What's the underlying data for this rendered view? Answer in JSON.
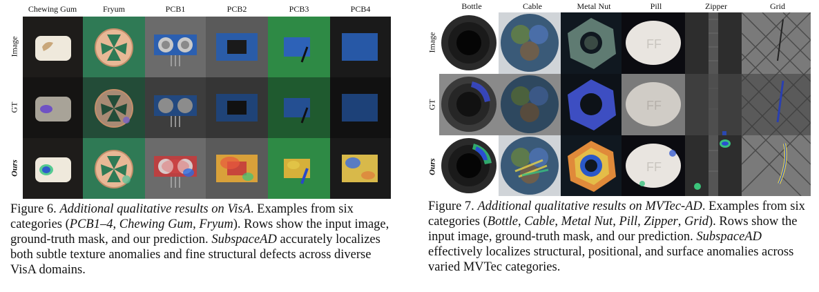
{
  "figure6": {
    "columns": [
      "Chewing Gum",
      "Fryum",
      "PCB1",
      "PCB2",
      "PCB3",
      "PCB4"
    ],
    "rows": [
      "Image",
      "GT",
      "Ours"
    ],
    "caption": {
      "label": "Figure 6.",
      "title": "Additional qualitative results on VisA",
      "body_1": ". Examples from six categories (",
      "cats": "PCB1–4",
      "sep": ", ",
      "cat2": "Chewing Gum",
      "sep2": ", ",
      "cat3": "Fryum",
      "body_2": "). Rows show the input image, ground-truth mask, and our prediction. ",
      "method": "SubspaceAD",
      "body_3": " accurately localizes both subtle texture anomalies and fine structural defects across diverse VisA domains."
    }
  },
  "figure7": {
    "columns": [
      "Bottle",
      "Cable",
      "Metal Nut",
      "Pill",
      "Zipper",
      "Grid"
    ],
    "rows": [
      "Image",
      "GT",
      "Ours"
    ],
    "caption": {
      "label": "Figure 7.",
      "title": "Additional qualitative results on MVTec-AD",
      "body_1": ". Examples from six categories (",
      "c1": "Bottle",
      "c2": "Cable",
      "c3": "Metal Nut",
      "c4": "Pill",
      "c5": "Zipper",
      "c6": "Grid",
      "body_2": "). Rows show the input image, ground-truth mask, and our prediction. ",
      "method": "SubspaceAD",
      "body_3": " effectively localizes structural, positional, and surface anomalies across varied MVTec categories."
    }
  }
}
